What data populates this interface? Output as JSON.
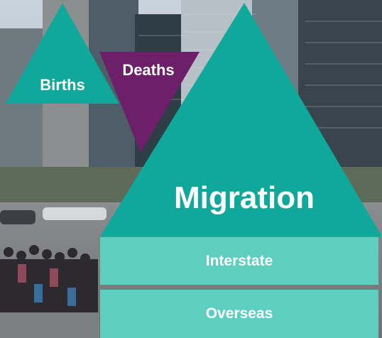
{
  "labels": {
    "births": "Births",
    "deaths": "Deaths",
    "migration": "Migration",
    "interstate": "Interstate",
    "overseas": "Overseas"
  },
  "colors": {
    "births_triangle": "#10A89A",
    "deaths_triangle": "#6E1F6A",
    "migration_triangle": "#10A89A",
    "component_boxes": "#5DCEC0",
    "label_text": "#FFFFFF"
  },
  "background": "photo of city high-rise buildings with a crowd of people on a plaza"
}
